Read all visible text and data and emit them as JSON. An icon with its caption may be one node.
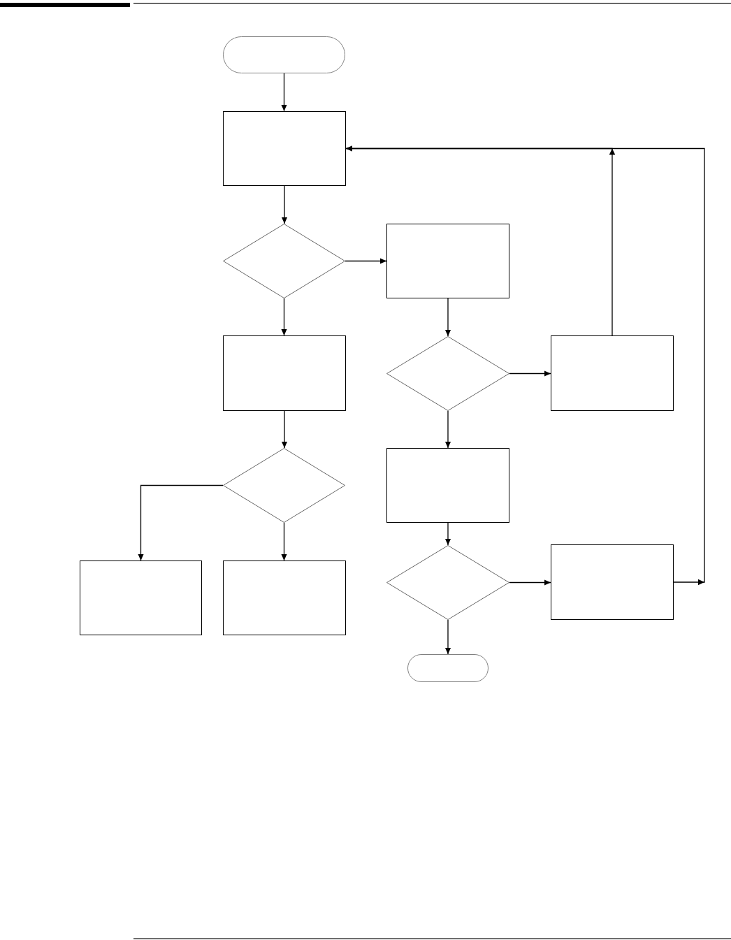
{
  "diagram": {
    "nodes": [
      {
        "text": [],
        "shape": "pill"
      },
      {
        "text": [],
        "shape": "box"
      },
      {
        "text": [],
        "shape": "diamond"
      },
      {
        "text": [],
        "shape": "box"
      },
      {
        "text": [],
        "shape": "box"
      },
      {
        "text": [],
        "shape": "diamond"
      },
      {
        "text": [],
        "shape": "box"
      },
      {
        "text": [],
        "shape": "diamond"
      },
      {
        "text": [],
        "shape": "box"
      },
      {
        "text": [],
        "shape": "box"
      },
      {
        "text": [],
        "shape": "box"
      },
      {
        "text": [],
        "shape": "diamond"
      },
      {
        "text": [],
        "shape": "box"
      },
      {
        "text": [],
        "shape": "pill"
      }
    ],
    "edges": [
      {
        "from": 0,
        "to": 1,
        "arrow": "to"
      },
      {
        "from": 1,
        "to": 2,
        "arrow": "to"
      },
      {
        "from": 2,
        "to": 3,
        "arrow": "to"
      },
      {
        "from": 2,
        "to": 4,
        "arrow": "to"
      },
      {
        "from": 3,
        "to": 5,
        "arrow": "to"
      },
      {
        "from": 5,
        "to": 6,
        "arrow": "to"
      },
      {
        "from": 5,
        "to": 8,
        "arrow": "to"
      },
      {
        "from": 6,
        "to": 1,
        "arrow": "to"
      },
      {
        "from": 4,
        "to": 7,
        "arrow": "to"
      },
      {
        "from": 7,
        "to": 9,
        "arrow": "to"
      },
      {
        "from": 7,
        "to": 10,
        "arrow": "to"
      },
      {
        "from": 8,
        "to": 11,
        "arrow": "to"
      },
      {
        "from": 11,
        "to": 12,
        "arrow": "to"
      },
      {
        "from": 11,
        "to": 13,
        "arrow": "to"
      },
      {
        "from": 12,
        "to": 1,
        "arrow": "to"
      }
    ]
  }
}
